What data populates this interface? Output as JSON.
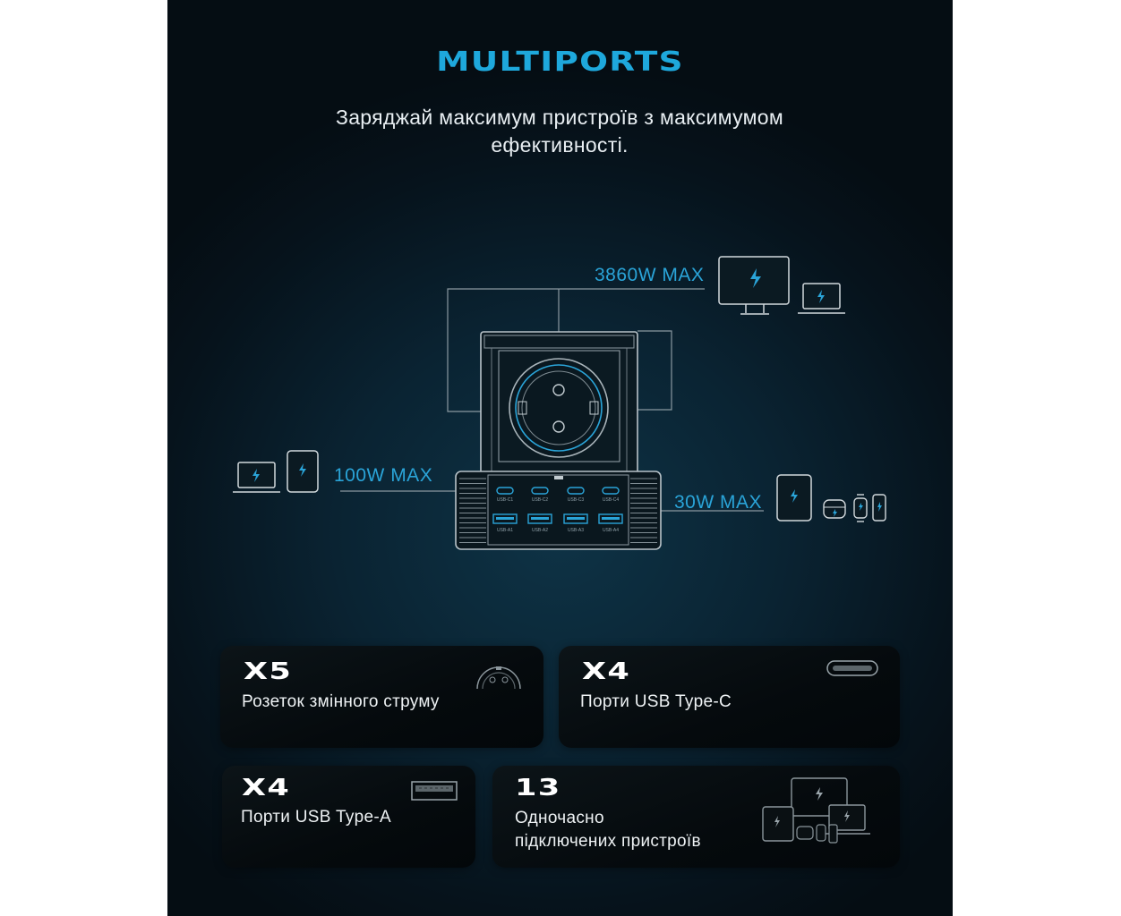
{
  "heading": "MULTIPORTS",
  "subtitle": "Заряджай максимум пристроїв з максимумом ефективності.",
  "diagram": {
    "label_top": "3860W MAX",
    "label_left": "100W MAX",
    "label_right": "30W MAX",
    "usb_c_ports": [
      "USB-C1",
      "USB-C2",
      "USB-C3",
      "USB-C4"
    ],
    "usb_a_ports": [
      "USB-A1",
      "USB-A2",
      "USB-A3",
      "USB-A4"
    ]
  },
  "cards": [
    {
      "count": "X5",
      "text": "Розеток змінного струму",
      "icon": "socket-icon"
    },
    {
      "count": "X4",
      "text": "Порти USB Type-C",
      "icon": "usb-c-icon"
    },
    {
      "count": "X4",
      "text": "Порти USB Type-A",
      "icon": "usb-a-icon"
    },
    {
      "count": "13",
      "text_line1": "Одночасно",
      "text_line2": "підключених пристроїв",
      "icon": "devices-icon"
    }
  ],
  "colors": {
    "accent": "#1ea8dc",
    "background": "#071722",
    "card": "#070d11"
  }
}
